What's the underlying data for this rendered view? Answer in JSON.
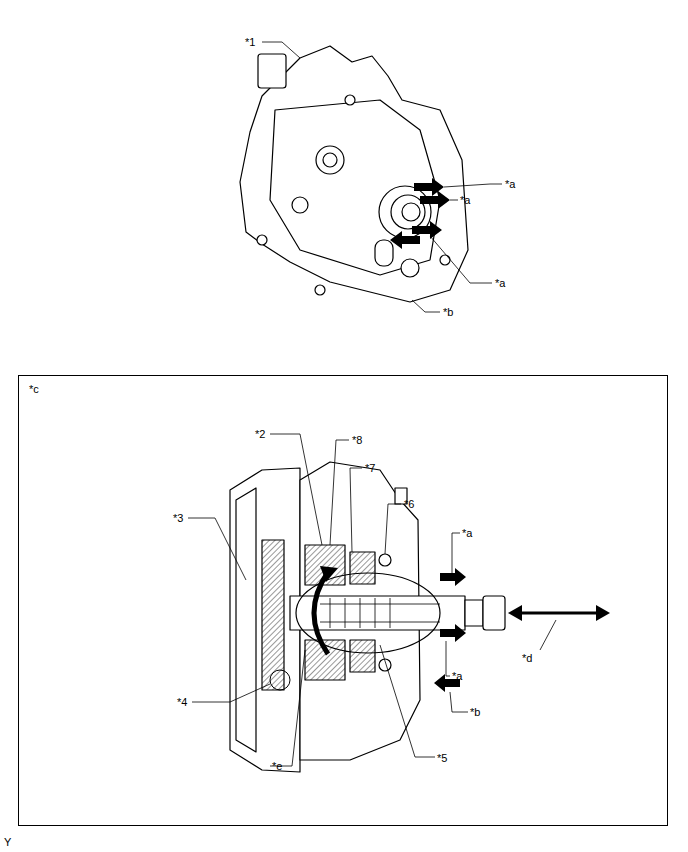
{
  "diagram": {
    "nodes": [
      {
        "text": [
          "*c"
        ]
      }
    ],
    "labels": [
      "*1",
      "*a",
      "*a",
      "*a",
      "*b",
      "*2",
      "*8",
      "*7",
      "*3",
      "*6",
      "*a",
      "*d",
      "*a",
      "*4",
      "*e",
      "*5",
      "*b",
      "Y"
    ]
  }
}
